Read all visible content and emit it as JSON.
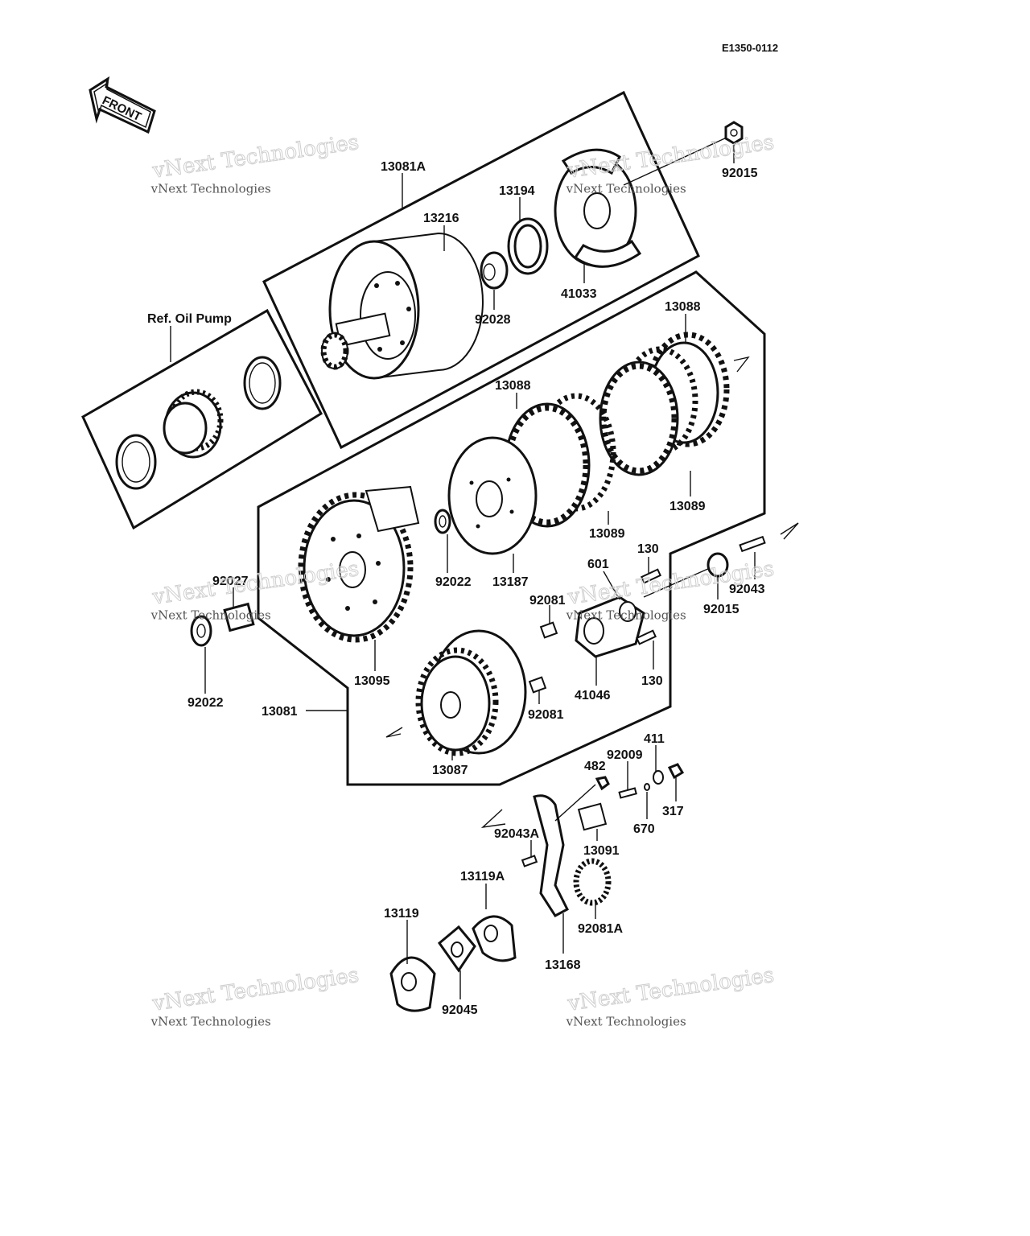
{
  "diagram": {
    "code": "E1350-0112",
    "front_label": "FRONT",
    "ref_label": "Ref. Oil Pump",
    "watermark": {
      "line1": "vNext Technologies",
      "line2": "vNext Technologies"
    },
    "parts": [
      "13081A",
      "13216",
      "13194",
      "92015",
      "41033",
      "92028",
      "13088",
      "13088",
      "13089",
      "13089",
      "13187",
      "92022",
      "92022",
      "92027",
      "13095",
      "601",
      "130",
      "130",
      "92043",
      "92015",
      "92081",
      "92081",
      "41046",
      "13081",
      "13087",
      "482",
      "92009",
      "411",
      "317",
      "670",
      "13091",
      "92043A",
      "13119A",
      "13119",
      "92081A",
      "13168",
      "92045"
    ]
  }
}
